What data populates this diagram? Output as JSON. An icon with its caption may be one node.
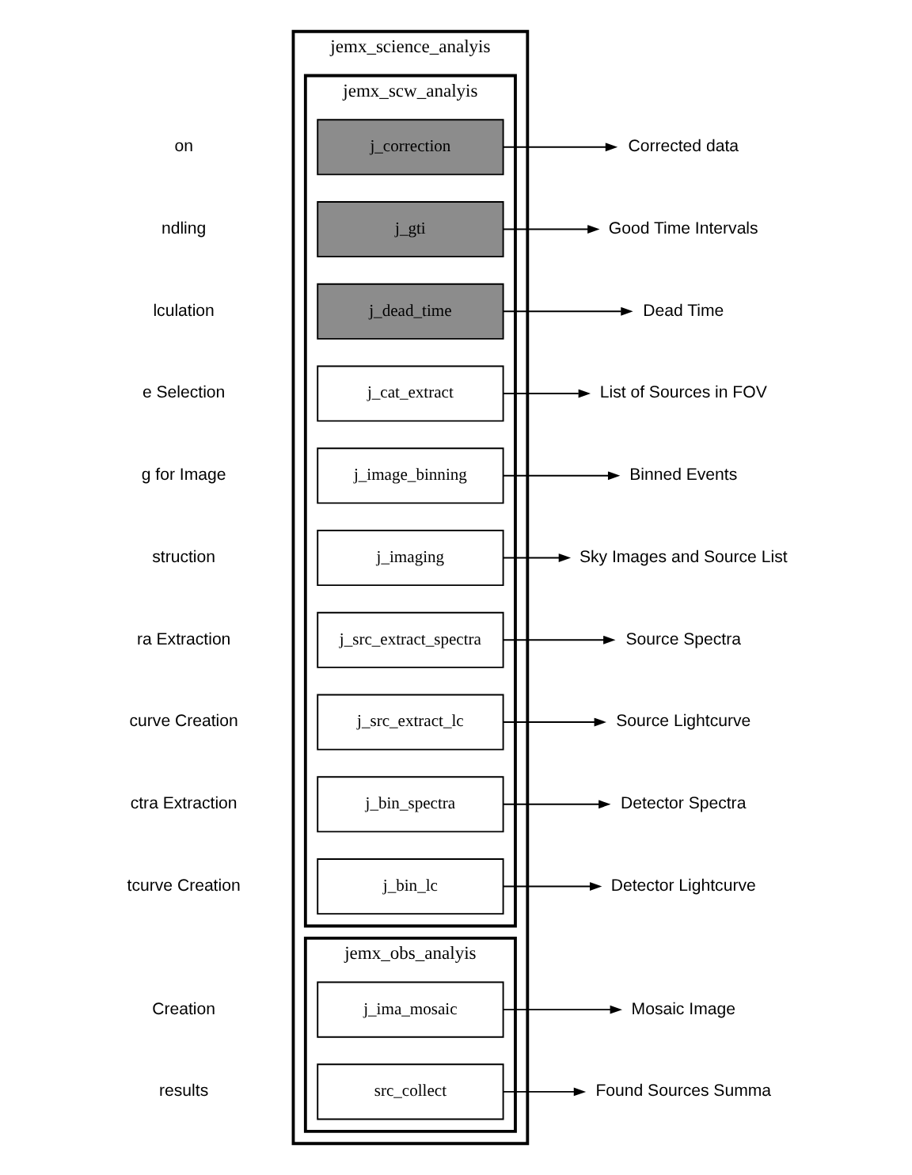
{
  "diagram": {
    "nodes": [
      {
        "text": [
          "jemx_science_analyis"
        ]
      },
      {
        "text": [
          "jemx_scw_analyis"
        ],
        "in": 0
      },
      {
        "text": [
          "j_correction"
        ],
        "in": 1
      },
      {
        "text": [
          "j_gti"
        ],
        "in": 1
      },
      {
        "text": [
          "j_dead_time"
        ],
        "in": 1
      },
      {
        "text": [
          "j_cat_extract"
        ],
        "in": 1
      },
      {
        "text": [
          "j_image_binning"
        ],
        "in": 1
      },
      {
        "text": [
          "j_imaging"
        ],
        "in": 1
      },
      {
        "text": [
          "j_src_extract_spectra"
        ],
        "in": 1
      },
      {
        "text": [
          "j_src_extract_lc"
        ],
        "in": 1
      },
      {
        "text": [
          "j_bin_spectra"
        ],
        "in": 1
      },
      {
        "text": [
          "j_bin_lc"
        ],
        "in": 1
      },
      {
        "text": [
          "jemx_obs_analyis"
        ],
        "in": 0
      },
      {
        "text": [
          "j_ima_mosaic"
        ],
        "in": 12
      },
      {
        "text": [
          "src_collect"
        ],
        "in": 12
      },
      {
        "text": [
          "Corrected data"
        ]
      },
      {
        "text": [
          "Good Time Intervals"
        ]
      },
      {
        "text": [
          "Dead Time"
        ]
      },
      {
        "text": [
          "List of Sources in FOV"
        ]
      },
      {
        "text": [
          "Binned Events"
        ]
      },
      {
        "text": [
          "Sky Images and Source List"
        ]
      },
      {
        "text": [
          "Source Spectra"
        ]
      },
      {
        "text": [
          "Source Lightcurve"
        ]
      },
      {
        "text": [
          "Detector Spectra"
        ]
      },
      {
        "text": [
          "Detector Lightcurve"
        ]
      },
      {
        "text": [
          "Mosaic Image"
        ]
      },
      {
        "text": [
          "Found Sources Summa"
        ]
      }
    ],
    "edges": [
      {
        "from": 2,
        "to": 15,
        "arrow": "to"
      },
      {
        "from": 3,
        "to": 16,
        "arrow": "to"
      },
      {
        "from": 4,
        "to": 17,
        "arrow": "to"
      },
      {
        "from": 5,
        "to": 18,
        "arrow": "to"
      },
      {
        "from": 6,
        "to": 19,
        "arrow": "to"
      },
      {
        "from": 7,
        "to": 20,
        "arrow": "to"
      },
      {
        "from": 8,
        "to": 21,
        "arrow": "to"
      },
      {
        "from": 9,
        "to": 22,
        "arrow": "to"
      },
      {
        "from": 10,
        "to": 23,
        "arrow": "to"
      },
      {
        "from": 11,
        "to": 24,
        "arrow": "to"
      },
      {
        "from": 13,
        "to": 25,
        "arrow": "to"
      },
      {
        "from": 14,
        "to": 26,
        "arrow": "to"
      }
    ],
    "labels": [
      "on",
      "ndling",
      "lculation",
      "e Selection",
      "g for Image",
      "struction",
      "ra Extraction",
      "curve Creation",
      "ctra Extraction",
      "tcurve Creation",
      "Creation",
      "results"
    ]
  }
}
